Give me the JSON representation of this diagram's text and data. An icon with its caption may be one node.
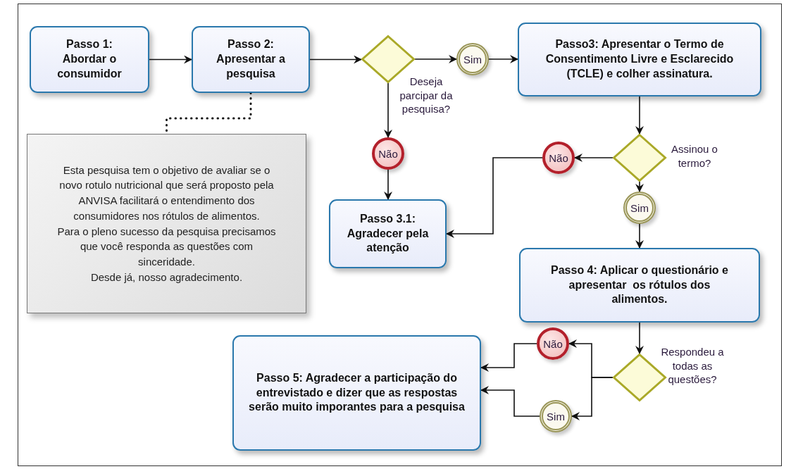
{
  "diagram": {
    "nodes": [
      {
        "text": [
          "Passo 1: Abordar o consumidor"
        ]
      },
      {
        "text": [
          "Passo 2: Apresentar a pesquisa"
        ]
      },
      {
        "text": [],
        "shape": "diamond",
        "beside": [
          "Deseja parcipar da pesquisa?"
        ]
      },
      {
        "text": [
          "Sim"
        ]
      },
      {
        "text": [
          "Passo3: Apresentar o Termo de Consentimento Livre e Esclarecido (TCLE) e colher assinatura."
        ]
      },
      {
        "text": [
          "Não"
        ]
      },
      {
        "text": [
          "Esta pesquisa tem o objetivo de avaliar se o novo rotulo nutricional que será proposto pela ANVISA facilitará o entendimento dos consumidores nos rótulos de alimentos.",
          "Para o pleno sucesso da pesquisa precisamos que você responda as questões com sinceridade.",
          "Desde já, nosso agradecimento."
        ]
      },
      {
        "text": [],
        "shape": "diamond",
        "beside": [
          "Assinou o termo?"
        ]
      },
      {
        "text": [
          "Não"
        ]
      },
      {
        "text": [
          "Passo 3.1: Agradecer pela  atenção"
        ]
      },
      {
        "text": [
          "Sim"
        ]
      },
      {
        "text": [
          "Passo 4: Aplicar o questionário e apresentar  os rótulos dos alimentos."
        ]
      },
      {
        "text": [],
        "shape": "diamond",
        "beside": [
          "Respondeu a todas as questões?"
        ]
      },
      {
        "text": [
          "Não"
        ]
      },
      {
        "text": [
          "Passo 5: Agradecer a participação do entrevistado e dizer que as respostas serão muito imporantes para a pesquisa"
        ]
      },
      {
        "text": [
          "Sim"
        ]
      }
    ],
    "edges": [
      {
        "from": 0,
        "to": 1,
        "arrow": "to"
      },
      {
        "from": 1,
        "to": 2,
        "arrow": "to"
      },
      {
        "from": 2,
        "to": 3,
        "arrow": "to"
      },
      {
        "from": 3,
        "to": 4,
        "arrow": "to"
      },
      {
        "from": 2,
        "to": 5,
        "arrow": "to"
      },
      {
        "from": 5,
        "to": 9,
        "arrow": "to"
      },
      {
        "from": 1,
        "to": 6,
        "arrow": "none",
        "style": "dashed"
      },
      {
        "from": 4,
        "to": 7,
        "arrow": "to"
      },
      {
        "from": 7,
        "to": 8,
        "arrow": "to"
      },
      {
        "from": 8,
        "to": 9,
        "arrow": "to"
      },
      {
        "from": 7,
        "to": 10,
        "arrow": "to"
      },
      {
        "from": 10,
        "to": 11,
        "arrow": "to"
      },
      {
        "from": 11,
        "to": 12,
        "arrow": "to"
      },
      {
        "from": 12,
        "to": 13,
        "arrow": "to"
      },
      {
        "from": 12,
        "to": 15,
        "arrow": "to"
      },
      {
        "from": 13,
        "to": 14,
        "arrow": "to"
      },
      {
        "from": 15,
        "to": 14,
        "arrow": "to"
      }
    ]
  }
}
